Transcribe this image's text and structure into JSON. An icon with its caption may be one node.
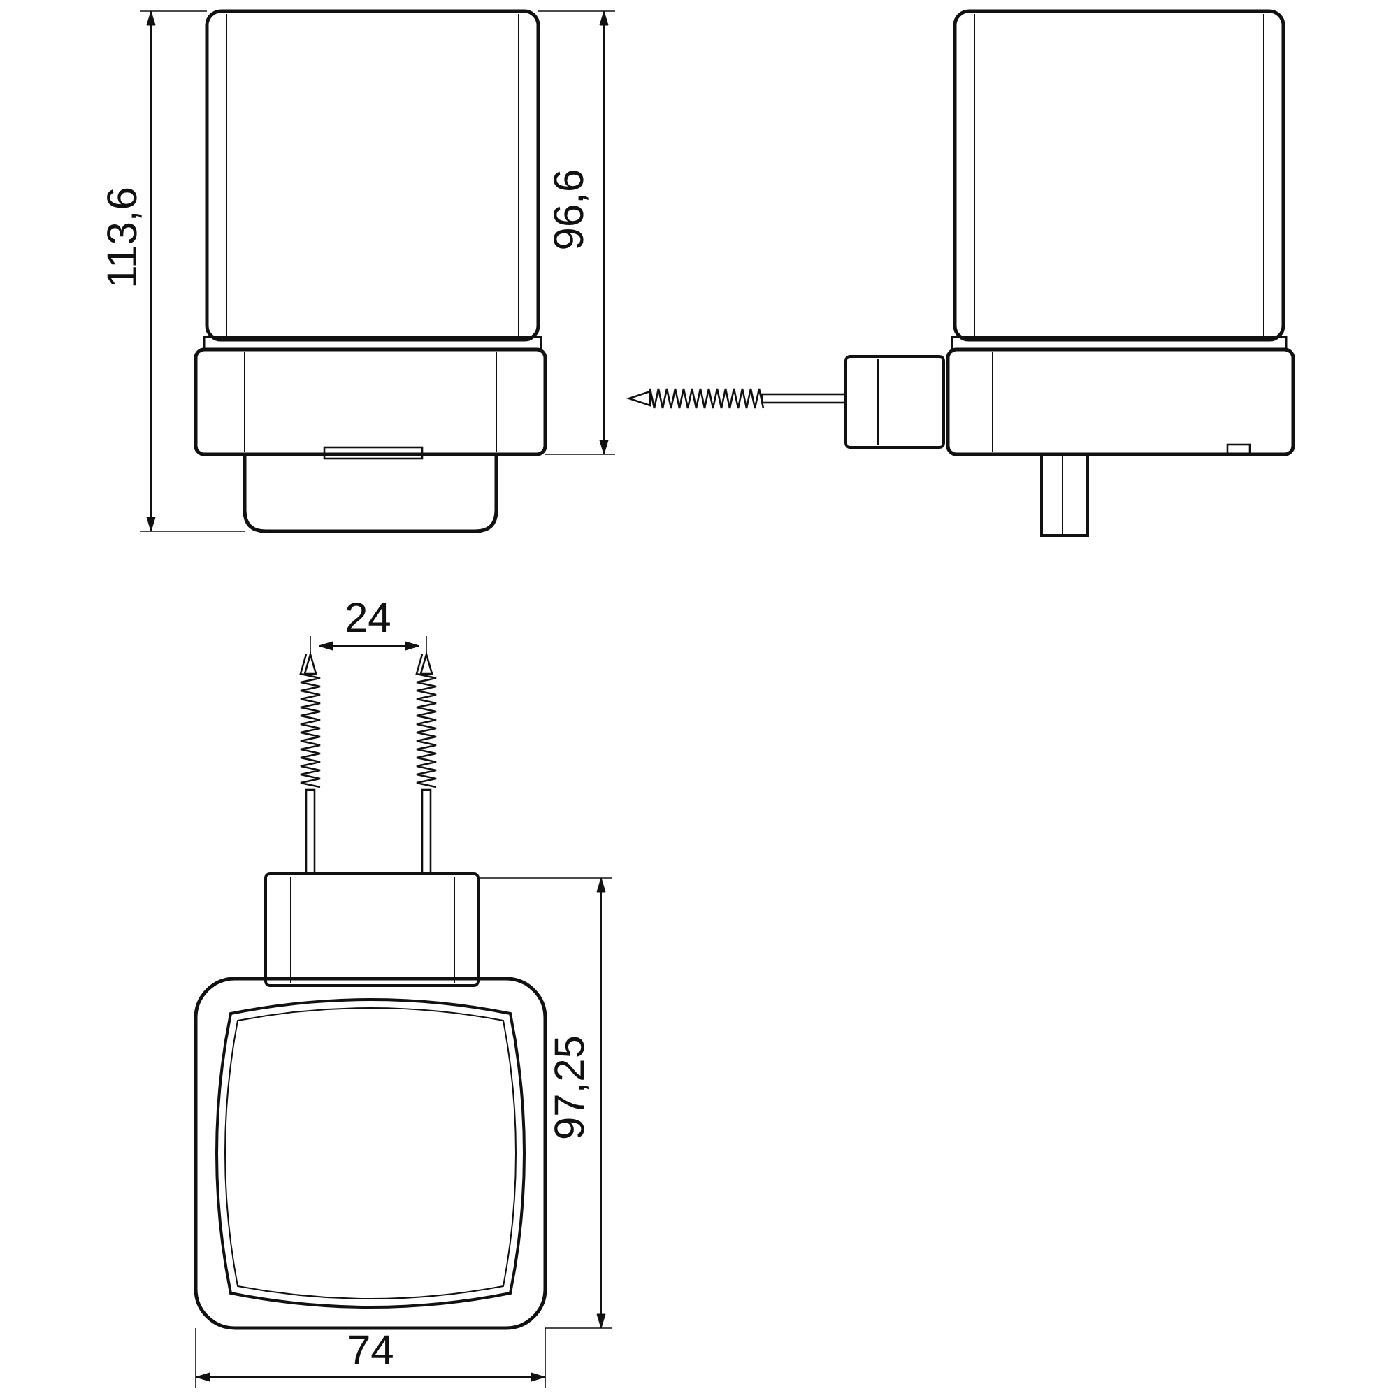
{
  "diagram": {
    "labels": [
      "113,6",
      "96,6",
      "24",
      "97,25",
      "74"
    ]
  }
}
